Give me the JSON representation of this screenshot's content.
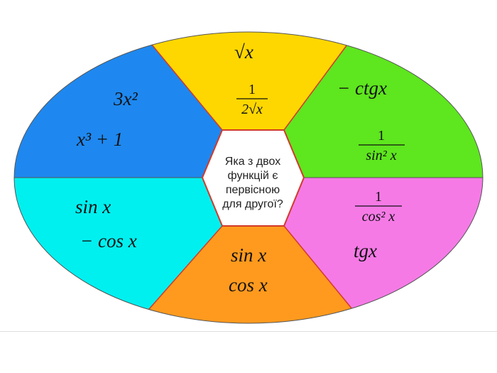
{
  "question": [
    "Яка з двох",
    "функцій є",
    "первісною",
    "для другої?"
  ],
  "sectors": [
    {
      "name": "blue",
      "color": "#1e88f0",
      "f1": "3x²",
      "f2": "x³ + 1"
    },
    {
      "name": "yellow",
      "color": "#ffd700",
      "f1": "√x",
      "f2_num": "1",
      "f2_den": "2√x"
    },
    {
      "name": "green",
      "color": "#5ee61e",
      "f1": "− ctgx",
      "f2_num": "1",
      "f2_den": "sin² x"
    },
    {
      "name": "cyan",
      "color": "#00f0f0",
      "f1": "sin x",
      "f2": "− cos x"
    },
    {
      "name": "magenta",
      "color": "#f57ae6",
      "f1_num": "1",
      "f1_den": "cos² x",
      "f2": "tgx"
    },
    {
      "name": "orange",
      "color": "#ff9a1e",
      "f1": "sin x",
      "f2": "cos x"
    }
  ],
  "border_color": "#d23a2a"
}
